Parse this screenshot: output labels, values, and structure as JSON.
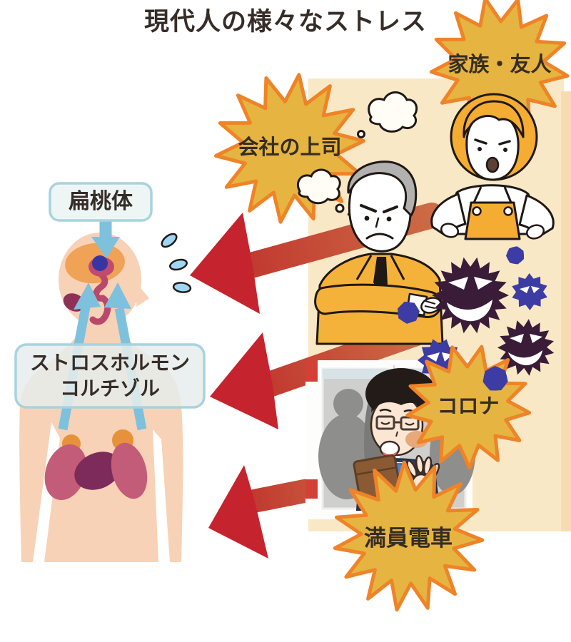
{
  "title": "現代人の様々なストレス",
  "stressors": [
    {
      "id": "family-friends",
      "label": "家族・友人"
    },
    {
      "id": "company-boss",
      "label": "会社の上司"
    },
    {
      "id": "corona",
      "label": "コロナ"
    },
    {
      "id": "crowded-train",
      "label": "満員電車"
    }
  ],
  "body_labels": {
    "amygdala": "扁桃体",
    "hormone_line1": "ストロスホルモン",
    "hormone_line2": "コルチゾル"
  },
  "icons": {
    "starburst": "gold spiked burst badge",
    "steam-puff": "white anger steam cloud",
    "sweat-drops": "three blue sweat drops",
    "virus-dark": "dark purple spiky virus with evil grin",
    "virus-blue": "blue spiky virus",
    "red-arrow": "thick red stress arrow pointing at person",
    "blue-arrow": "light blue hormone pathway arrow"
  },
  "colors": {
    "burst_fill": "#e5b441",
    "burst_stroke": "#ef8328",
    "panel_beige": "#f9e8c6",
    "arrow_head_red": "#c5242e",
    "arrow_shaft_brick": "#c8573c",
    "blue_arrow": "#7ec1dd",
    "skin": "#f7d2b6",
    "brain_orange": "#f0a257",
    "amygdala_blue": "#3935a0",
    "kidney_pink": "#c25c79",
    "organ_purple": "#7c2b5a",
    "adrenal_orange": "#e6923b",
    "label_box_fill": "#eef6f5",
    "label_box_border": "#a9d2de",
    "virus_purple": "#3a1c39",
    "virus_blue": "#3c3ca4",
    "text_dark": "#362d28",
    "boss_jacket": "#f5b23a",
    "train_stripe": "#d24036"
  }
}
